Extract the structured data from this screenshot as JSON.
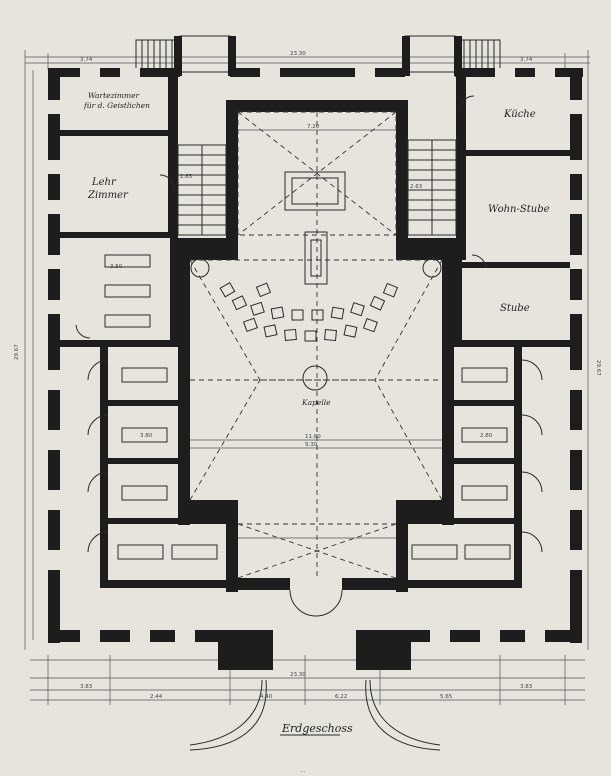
{
  "rooms": {
    "pastor_room_line1": "Wartezimmer",
    "pastor_room_line2": "für d. Geistlichen",
    "office_line1": "Lehr",
    "office_line2": "Zimmer",
    "kitchen": "Küche",
    "living_room": "Wohn-Stube",
    "small_room": "Stube",
    "chapel": "Kapelle"
  },
  "dimensions": {
    "top_overall": "23.30",
    "top_left": "3.74",
    "top_right": "3.74",
    "bottom_overall": "23.30",
    "bottom_left": "3.83",
    "bottom_right": "3.83",
    "left_overall": "29.67",
    "right_overall": "29.67",
    "chapel_width": "11.80",
    "chapel_inner": "9.30",
    "chapel_top": "7.20",
    "stair_left": "2.63",
    "stair_right": "2.63",
    "cell_a": "3.50",
    "cell_b": "3.80",
    "cell_c": "2.80",
    "seg_a": "2.44",
    "seg_b": "4.40",
    "seg_c": "6.22",
    "seg_d": "5.65"
  },
  "caption": "Erdgeschoss",
  "footer": "..."
}
